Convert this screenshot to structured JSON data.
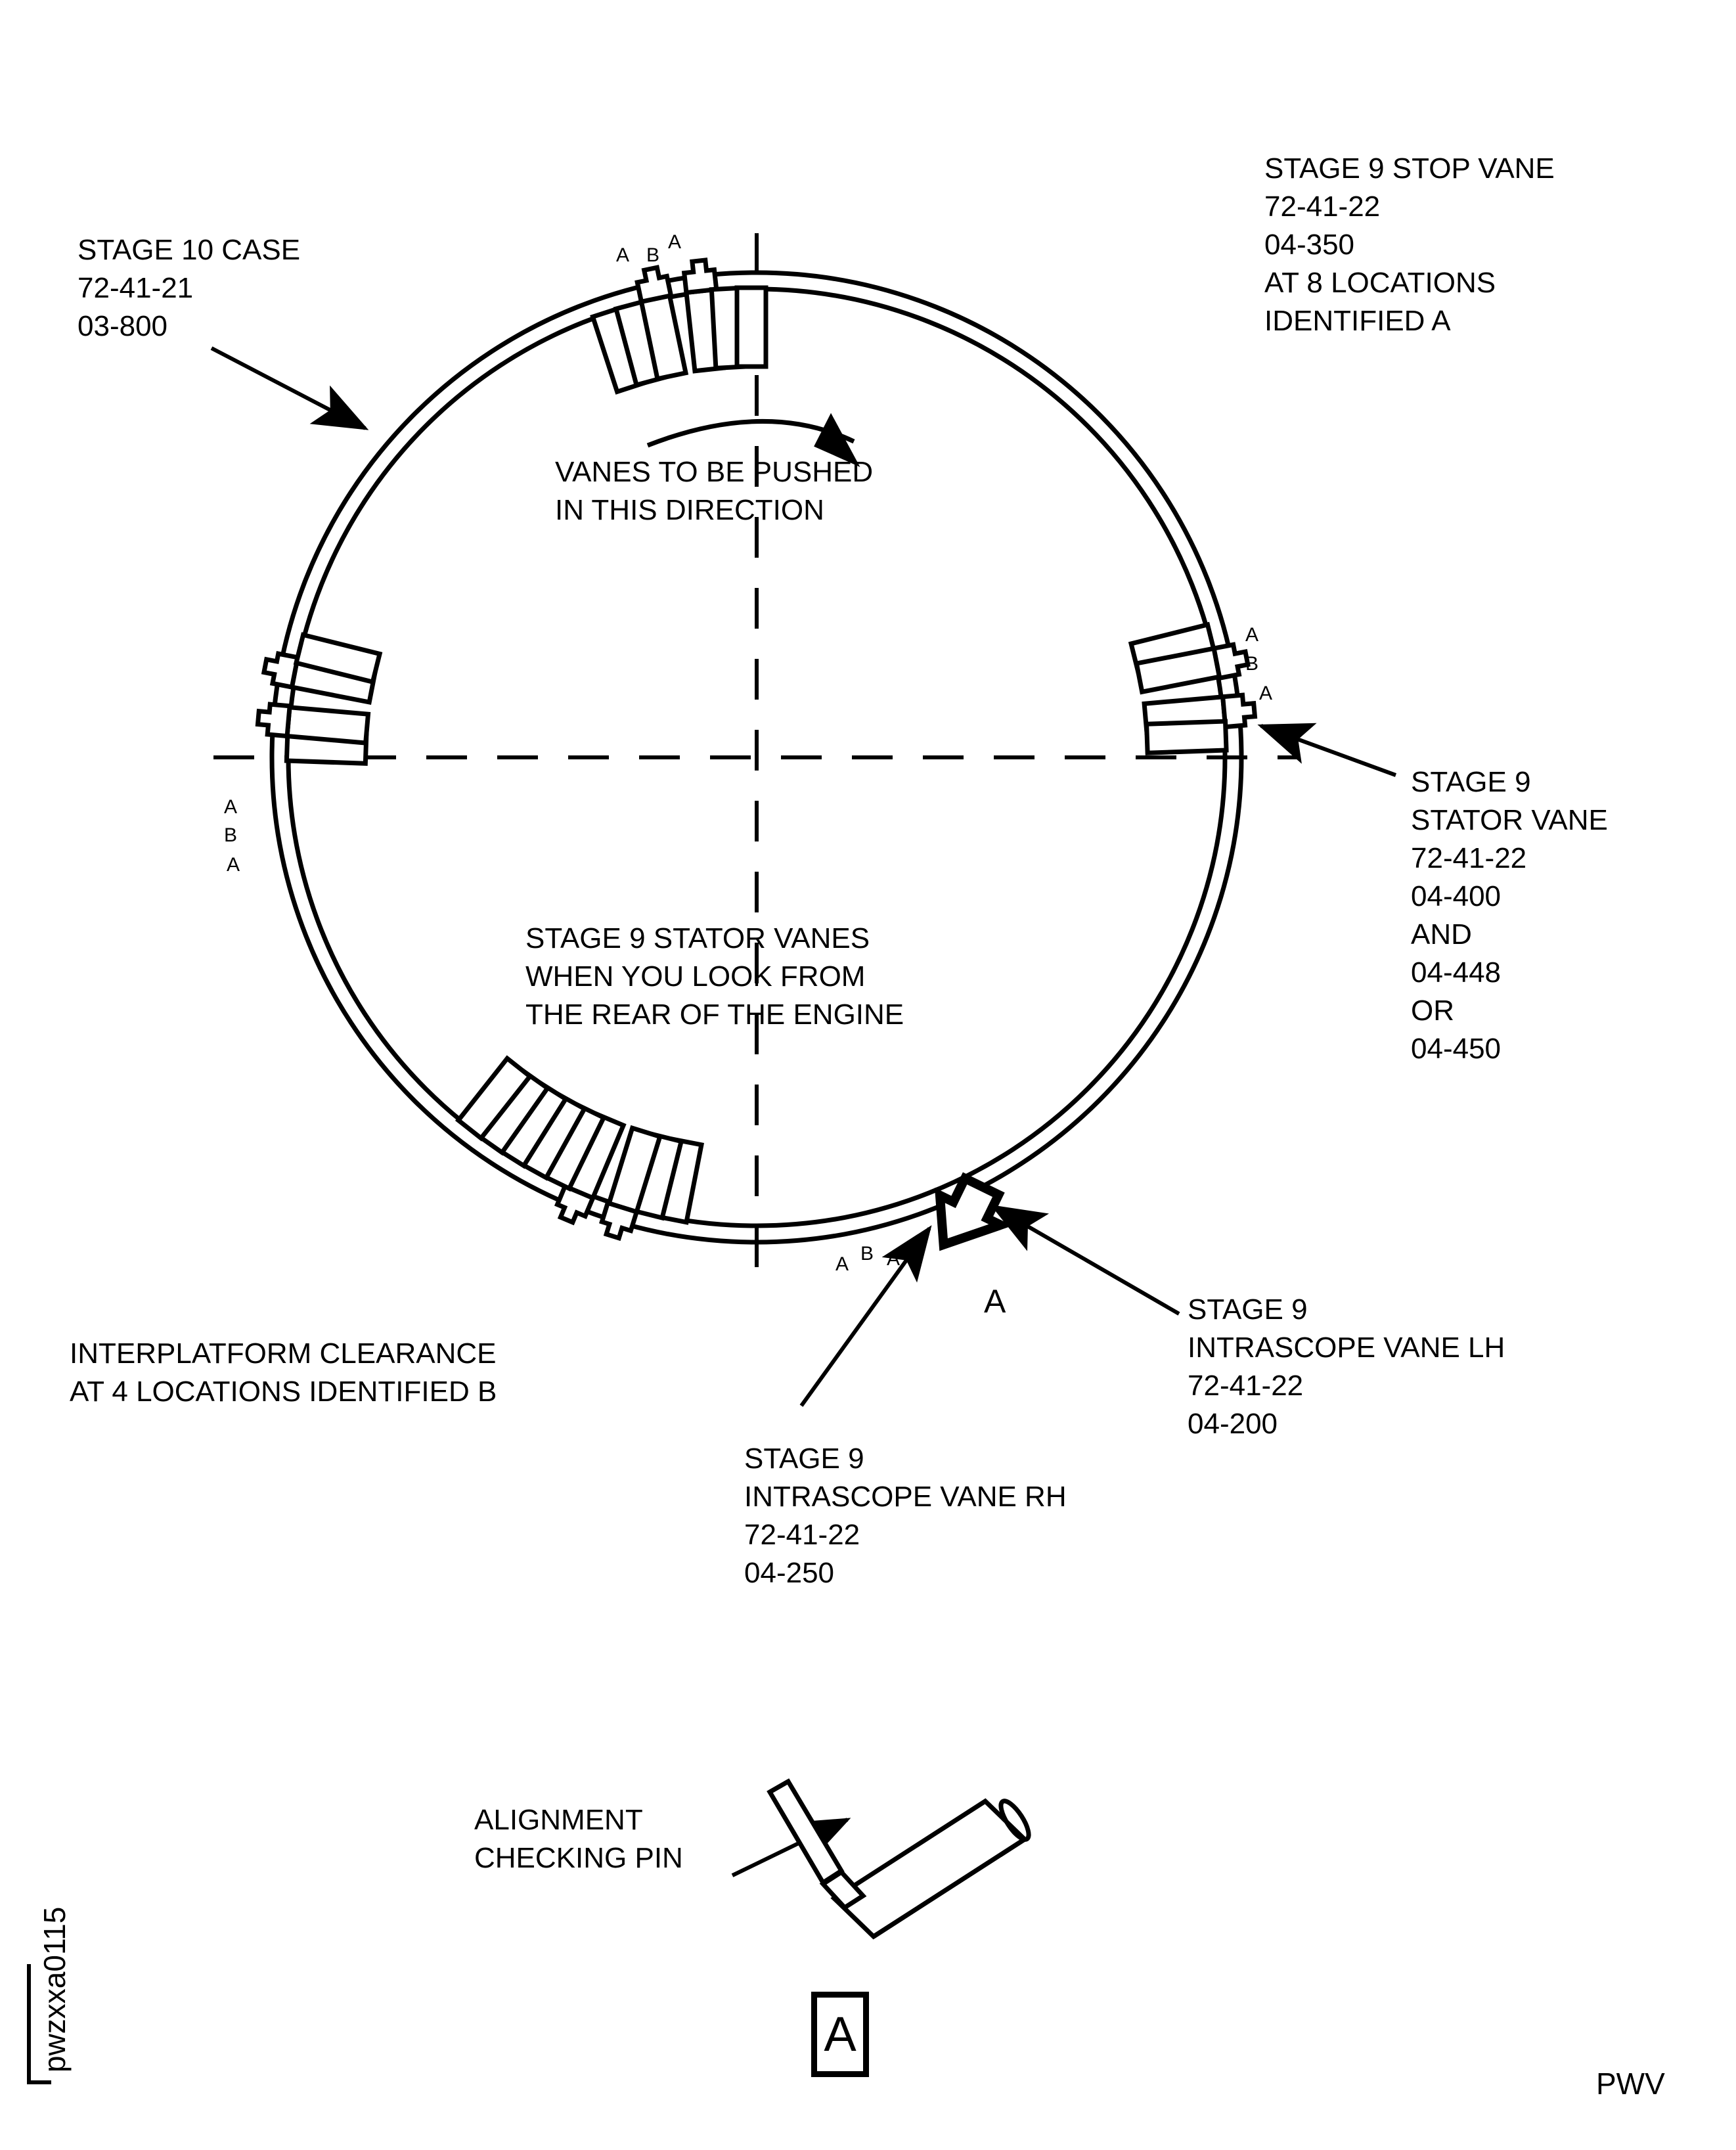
{
  "diagram": {
    "title_hidden": "",
    "labels": {
      "stage10_case": "STAGE 10 CASE\n72-41-21\n03-800",
      "stage9_stop_vane": "STAGE 9 STOP VANE\n72-41-22\n04-350\nAT 8 LOCATIONS\nIDENTIFIED A",
      "push_direction": "VANES TO BE  PUSHED\nIN THIS DIRECTION",
      "stage9_stator_vane": "STAGE 9\nSTATOR VANE\n72-41-22\n04-400\nAND\n04-448\nOR\n04-450",
      "stator_vanes_view": "STAGE 9 STATOR VANES\nWHEN YOU LOOK FROM\nTHE REAR OF THE ENGINE",
      "interplatform_clearance": "INTERPLATFORM CLEARANCE\nAT 4 LOCATIONS IDENTIFIED B",
      "intrascope_vane_lh": "STAGE 9\nINTRASCOPE VANE LH\n72-41-22\n04-200",
      "intrascope_vane_rh": "STAGE 9\nINTRASCOPE VANE RH\n72-41-22\n04-250",
      "alignment_checking_pin": "ALIGNMENT\nCHECKING PIN"
    },
    "markers": {
      "view_arrow_label": "A",
      "detail_box_label": "A",
      "id_a": "A",
      "id_b": "B"
    },
    "marker_groups": {
      "top": [
        "A",
        "B",
        "A"
      ],
      "right": [
        "A",
        "B",
        "A"
      ],
      "left": [
        "A",
        "B",
        "A"
      ],
      "bottom": [
        "A",
        "B",
        "A"
      ]
    },
    "footer": {
      "figure_code": "pwzxxa0115",
      "source_code": "PWV"
    },
    "colors": {
      "ink": "#000000",
      "paper": "#ffffff"
    }
  }
}
